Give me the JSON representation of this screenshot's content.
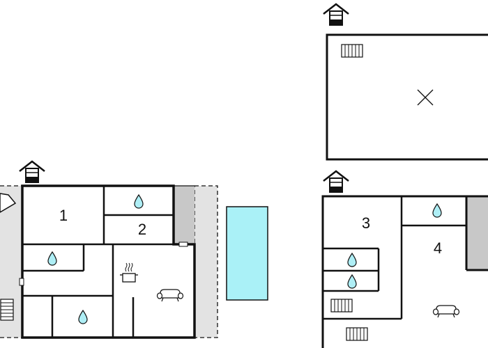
{
  "rooms": [
    {
      "label": "1"
    },
    {
      "label": "2"
    },
    {
      "label": "3"
    },
    {
      "label": "4"
    }
  ],
  "colors": {
    "wall": "#111111",
    "terrace": "#e3e3e3",
    "wall_fill": "#c8c8c8",
    "pool": "#aaf1f7",
    "drop": "#aeeef5"
  },
  "icons": [
    "house-floor-icon",
    "water-drop-icon",
    "radiator-icon",
    "cooking-pot-icon",
    "sofa-icon",
    "pool",
    "empty-space-cross"
  ]
}
